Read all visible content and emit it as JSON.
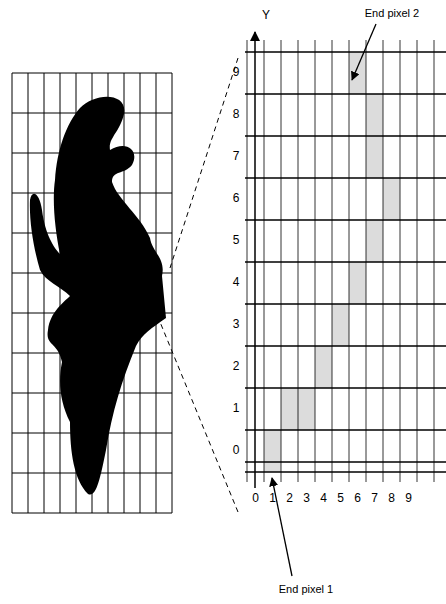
{
  "diagram": {
    "labels": [
      "Y",
      "9",
      "8",
      "7",
      "6",
      "5",
      "4",
      "3",
      "2",
      "1",
      "0",
      "0",
      "1",
      "2",
      "3",
      "4",
      "5",
      "6",
      "7",
      "8",
      "9",
      "End pixel 2",
      "End pixel 1"
    ]
  }
}
